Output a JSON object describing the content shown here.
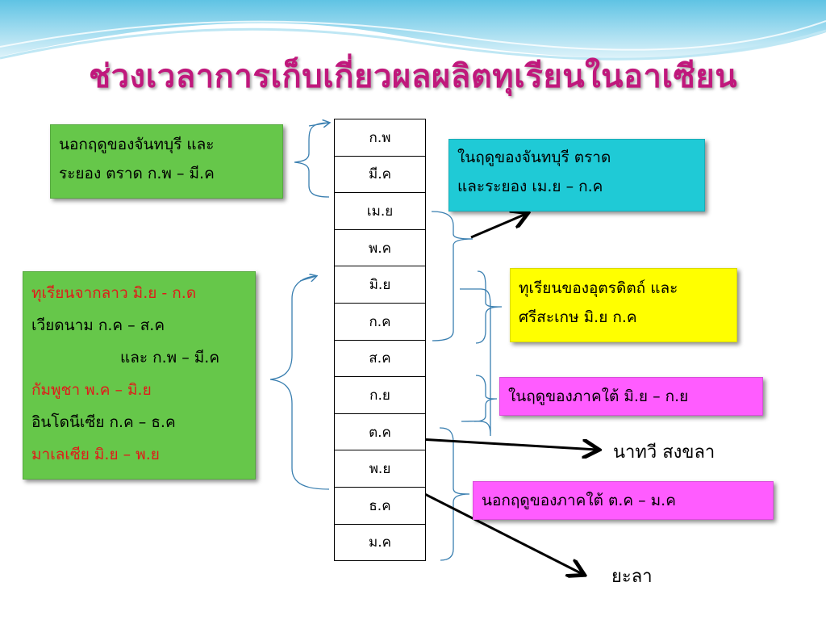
{
  "title": "ช่วงเวลาการเก็บเกี่ยวผลผลิตทุเรียนในอาเซียน",
  "months": [
    "ก.พ",
    "มี.ค",
    "เม.ย",
    "พ.ค",
    "มิ.ย",
    "ก.ค",
    "ส.ค",
    "ก.ย",
    "ต.ค",
    "พ.ย",
    "ธ.ค",
    "ม.ค"
  ],
  "offseason_east": {
    "line1": "นอกฤดูของจันทบุรี และ",
    "line2": "ระยอง ตราด  ก.พ – มี.ค"
  },
  "season_east": {
    "line1": "ในฤดูของจันทบุรี  ตราด",
    "line2": "และระยอง  เม.ย – ก.ค"
  },
  "neighbors": {
    "laos": "ทุเรียนจากลาว  มิ.ย - ก.ด",
    "vietnam": "เวียดนาม   ก.ค – ส.ค",
    "vietnam2": "และ ก.พ – มี.ค",
    "cambodia": "กัมพูชา      พ.ค – มิ.ย",
    "indonesia": "อินโดนีเซีย  ก.ค – ธ.ค",
    "malaysia": "มาเลเซีย มิ.ย – พ.ย"
  },
  "north": {
    "line1": "ทุเรียนของอุตรดิตถ์ และ",
    "line2": "ศรีสะเกษ  มิ.ย  ก.ค"
  },
  "south_season": {
    "label": "ในฤดูของภาคใต้  มิ.ย – ก.ย"
  },
  "south_offseason": {
    "label": "นอกฤดูของภาคใต้ ต.ค – ม.ค"
  },
  "destinations": {
    "nathawi": "นาทวี สงขลา",
    "yala": "ยะลา"
  },
  "colors": {
    "title": "#c0187c",
    "green": "#66c74a",
    "cyan": "#1fcad6",
    "yellow": "#ffff00",
    "magenta": "#ff5cff",
    "red_text": "#e01a1a"
  }
}
